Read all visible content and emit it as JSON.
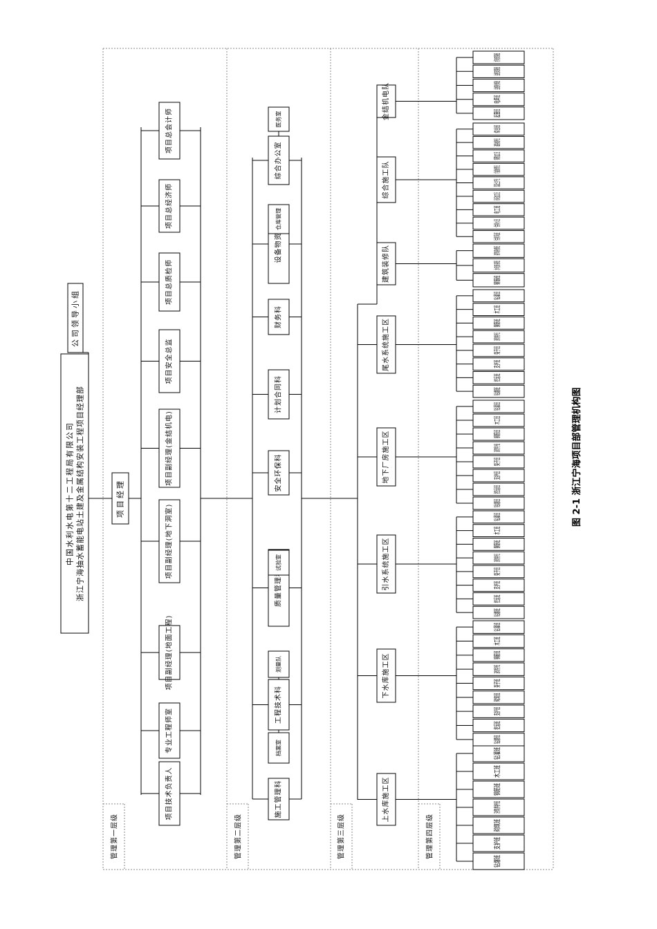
{
  "caption": "图 2-1   浙江宁海项目部管理机构图",
  "top": {
    "line1": "中国水利水电第十二工程局有限公司",
    "line2": "浙江宁海抽水蓄能电站土建及金属结构安装工程项目经理部",
    "leader": "公司领导小组",
    "pm": "项目经理"
  },
  "layers": [
    "管理第一层级",
    "管理第二层级",
    "管理第三层级",
    "管理第四层级"
  ],
  "level1": [
    "项目技术负责人",
    "专业工程师室",
    "项目副经理(地面工程)",
    "项目副经理(地下洞室)",
    "项目副经理(金结机电)",
    "项目安全总监",
    "项目总质检师",
    "项目总经济师",
    "项目总会计师"
  ],
  "level2": [
    {
      "name": "施工管理科",
      "sub": ""
    },
    {
      "name": "工程技术科",
      "sub": [
        "档案室",
        "测量队"
      ]
    },
    {
      "name": "质量管理科",
      "sub": [
        "试验室"
      ]
    },
    {
      "name": "安全环保科",
      "sub": ""
    },
    {
      "name": "计划合同科",
      "sub": ""
    },
    {
      "name": "财务科",
      "sub": ""
    },
    {
      "name": "设备物资科",
      "sub": [
        "仓库管理"
      ]
    },
    {
      "name": "综合办公室",
      "sub": [
        "医务室"
      ]
    }
  ],
  "level3": [
    "上水库施工区",
    "下水库施工区",
    "引水系统施工区",
    "地下厂房施工区",
    "尾水系统施工区",
    "建筑装修队",
    "综合施工队",
    "金结机电队"
  ],
  "crews": {
    "upper": [
      "钻爆班",
      "支护班",
      "砌筑班",
      "浇筑养护班",
      "钢筋班",
      "木工班",
      "钻灌班"
    ],
    "lower": [
      "钻爆班",
      "挖运班",
      "支护班",
      "砌筑班",
      "架子班",
      "浇筑养护班",
      "钢筋班",
      "木工班",
      "钻灌班"
    ],
    "intake": [
      "钻爆班",
      "挖运班",
      "支护班",
      "架子班",
      "浇筑养护班",
      "钢筋班",
      "木工班",
      "钻灌班"
    ],
    "powerhouse": [
      "钻爆班",
      "挖运班",
      "支护班",
      "架子班",
      "浇筑养护班",
      "钢筋班",
      "木工班",
      "钻灌班"
    ],
    "tailrace": [
      "钻爆班",
      "挖运班",
      "支护班",
      "架子班",
      "浇筑养护班",
      "钢筋班",
      "木工班",
      "钻灌班"
    ],
    "decoration": [
      "钢筋班",
      "水电安装班",
      "装饰装修班"
    ],
    "general": [
      "供排风班",
      "供排水班",
      "电工班",
      "砂石加工班",
      "混凝土生产班",
      "机械维修班",
      "钢筋加工班",
      "道路维护班",
      "综合班"
    ],
    "metal": [
      "起重班",
      "电焊班",
      "金结制作班",
      "金结安装班",
      "机电安装班"
    ]
  },
  "colors": {
    "line": "#000000",
    "dash": "#888888",
    "text": "#111111"
  }
}
